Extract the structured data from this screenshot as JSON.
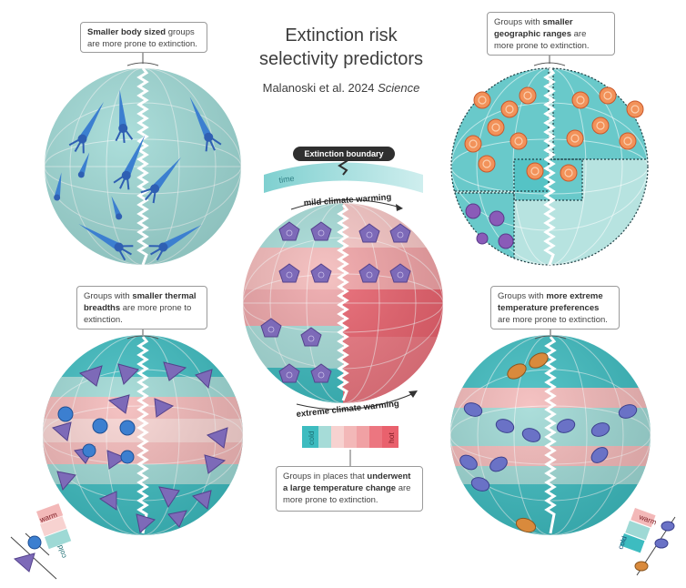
{
  "title_line1": "Extinction risk",
  "title_line2": "selectivity predictors",
  "citation_authors": "Malanoski et al. 2024",
  "citation_journal": "Science",
  "callouts": {
    "body_size": {
      "pre": "",
      "bold": "Smaller body sized",
      "post": " groups are more prone to extinction."
    },
    "geographic_range": {
      "pre": "Groups with ",
      "bold": "smaller geographic ranges",
      "post": " are more prone to extinction."
    },
    "thermal_breadth": {
      "pre": "Groups with ",
      "bold": "smaller thermal breadths",
      "post": " are more prone to extinction."
    },
    "extreme_preferences": {
      "pre": "Groups with ",
      "bold": "more extreme temperature preferences",
      "post": " are more prone to extinction."
    },
    "temperature_change": {
      "pre": "Groups in places that ",
      "bold": "underwent a large temperature change",
      "post": " are more prone to extinction."
    }
  },
  "center": {
    "boundary_label": "Extinction boundary",
    "time_label": "time",
    "mild_label": "mild climate warming",
    "extreme_label": "extreme climate warming",
    "scale_cold": "cold",
    "scale_hot": "hot"
  },
  "legend": {
    "warm": "warm",
    "cold": "cold"
  },
  "colors": {
    "teal": "#9fd8d5",
    "teal_dark": "#3dbcc0",
    "pink": "#f3b8b8",
    "red": "#e9616d",
    "purple": "#7d6ab8",
    "blue_fossil": "#2c6fbf",
    "orange": "#f2925a"
  }
}
